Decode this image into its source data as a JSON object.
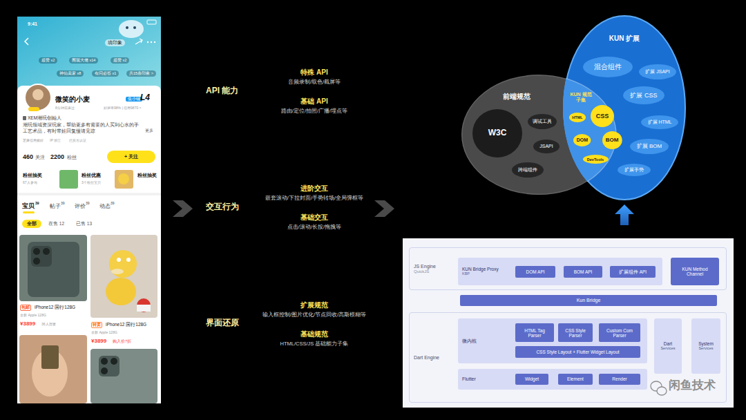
{
  "diagram": {
    "nodes": [
      {
        "text": [
          "前端规范"
        ]
      },
      {
        "text": [
          "W3C"
        ],
        "in": 0
      },
      {
        "text": [
          "调试工具"
        ],
        "in": 0
      },
      {
        "text": [
          "JSAPI"
        ],
        "in": 0
      },
      {
        "text": [
          "跨端组件"
        ],
        "in": 0
      },
      {
        "text": [
          "KUN 扩展"
        ]
      },
      {
        "text": [
          "混合组件"
        ],
        "in": 5
      },
      {
        "text": [
          "扩展 JSAPI"
        ],
        "in": 5
      },
      {
        "text": [
          "扩展 CSS"
        ],
        "in": 5
      },
      {
        "text": [
          "扩展 HTML"
        ],
        "in": 5
      },
      {
        "text": [
          "扩展 BOM"
        ],
        "in": 5
      },
      {
        "text": [
          "扩展手势"
        ],
        "in": 5
      },
      {
        "text": [
          "KUN 规范子集"
        ],
        "in": 5
      },
      {
        "text": [
          "HTML"
        ],
        "in": 12
      },
      {
        "text": [
          "CSS"
        ],
        "in": 12
      },
      {
        "text": [
          "DOM"
        ],
        "in": 12
      },
      {
        "text": [
          "BOM"
        ],
        "in": 12
      },
      {
        "text": [
          "DevTools"
        ],
        "in": 12
      },
      {
        "text": [
          "JS Engine",
          "QuickJS"
        ]
      },
      {
        "text": [
          "KUN Bridge Proxy",
          "KBP"
        ],
        "in": 18
      },
      {
        "text": [
          "DOM API"
        ],
        "in": 19
      },
      {
        "text": [
          "BOM API"
        ],
        "in": 19
      },
      {
        "text": [
          "扩展组件 API"
        ],
        "in": 19
      },
      {
        "text": [
          "KUN Method Channel"
        ],
        "in": 18
      },
      {
        "text": [
          "Kun Bridge"
        ]
      },
      {
        "text": [
          "Dart Engine"
        ]
      },
      {
        "text": [
          "微内核"
        ],
        "in": 25
      },
      {
        "text": [
          "HTML Tag Parser"
        ],
        "in": 26
      },
      {
        "text": [
          "CSS Style Parser"
        ],
        "in": 26
      },
      {
        "text": [
          "Custom Com Parser"
        ],
        "in": 26
      },
      {
        "text": [
          "CSS Style Layout + Flutter Widget Layout"
        ],
        "in": 26
      },
      {
        "text": [
          "Dart",
          "Services"
        ],
        "in": 25
      },
      {
        "text": [
          "System",
          "Services"
        ],
        "in": 25
      },
      {
        "text": [
          "Flutter"
        ],
        "in": 25
      },
      {
        "text": [
          "Widget"
        ],
        "in": 33
      },
      {
        "text": [
          "Element"
        ],
        "in": 33
      },
      {
        "text": [
          "Render"
        ],
        "in": 33
      }
    ],
    "labels": [
      "9:41",
      "填印象",
      "超赞 x2",
      "围观大佬 x14",
      "超赞 x2",
      "神仙卖家 x8",
      "有问必答 x1",
      "共15条印象 >",
      "微笑的小麦",
      "鱼小铺",
      "L4",
      "8分钟前来过",
      "好评率98% | 信用9870 >",
      "XEM潮玩创始人",
      "潮玩领域资深玩家，帮助更多有需要的人买到心水的手工艺术品，有时带娃回复慢请见谅",
      "更多",
      "芝麻信用极好",
      "IP 浙江",
      "已实名认证",
      "460",
      "关注",
      "2200",
      "粉丝",
      "+ 关注",
      "粉丝抽奖",
      "67人参与",
      "粉丝优惠",
      "3个粉丝宝贝",
      "粉丝抽奖",
      "宝贝",
      "39",
      "帖子",
      "39",
      "评价",
      "39",
      "动态",
      "39",
      "全部",
      "在售 12",
      "已售 13",
      "包邮",
      "iPhone12 国行128G",
      "全新 Apple 128G",
      "¥3899",
      "36人想要",
      "转卖",
      "iPhone12 国行128G",
      "全新 Apple 128G",
      "¥3899",
      "购入价7折",
      "API 能力",
      "特殊 API",
      "音频录制/取色/截屏等",
      "基础 API",
      "路由/定位/拍照/广播/埋点等",
      "交互行为",
      "进阶交互",
      "嵌套滚动/下拉封面/手势转场/全局弹框等",
      "基础交互",
      "点击/滚动/长按/拖拽等",
      "界面还原",
      "扩展规范",
      "输入框控制/图片优化/节点回收/高斯模糊等",
      "基础规范",
      "HTML/CSS/JS 基础能力子集",
      "闲鱼技术"
    ]
  }
}
